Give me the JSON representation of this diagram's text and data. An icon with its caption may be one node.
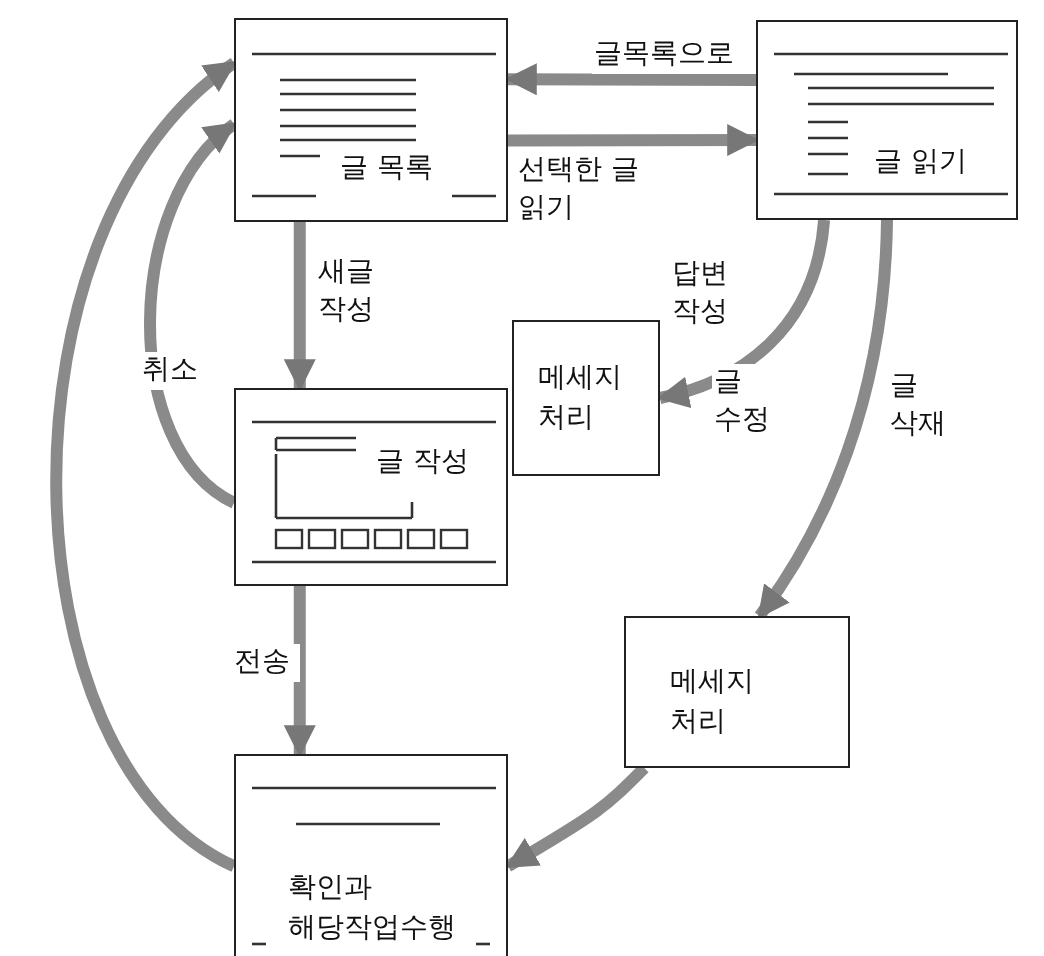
{
  "diagram": {
    "nodes": [
      {
        "text": [
          "글 목록"
        ]
      },
      {
        "text": [
          "글 읽기"
        ]
      },
      {
        "text": [
          "메세지 처리"
        ]
      },
      {
        "text": [
          "글 작성"
        ]
      },
      {
        "text": [
          "메세지 처리"
        ]
      },
      {
        "text": [
          "확인과 해당작업수행"
        ]
      }
    ],
    "edges": [
      {
        "from": 1,
        "to": 0,
        "arrow": "to",
        "label": "글목록으로"
      },
      {
        "from": 0,
        "to": 1,
        "arrow": "to",
        "label": "선택한 글 읽기"
      },
      {
        "from": 0,
        "to": 3,
        "arrow": "to",
        "label": "새글 작성"
      },
      {
        "from": 3,
        "to": 0,
        "arrow": "to",
        "label": "취소"
      },
      {
        "from": 1,
        "to": 2,
        "arrow": "to",
        "label": "답변 작성"
      },
      {
        "from": 1,
        "to": 4,
        "arrow": "to",
        "label": "글 삭재"
      },
      {
        "from": 3,
        "to": 5,
        "arrow": "to",
        "label": "전송"
      },
      {
        "from": 4,
        "to": 5,
        "arrow": "to"
      },
      {
        "from": 5,
        "to": 0,
        "arrow": "to"
      }
    ],
    "labels": [
      "글 수정"
    ]
  }
}
